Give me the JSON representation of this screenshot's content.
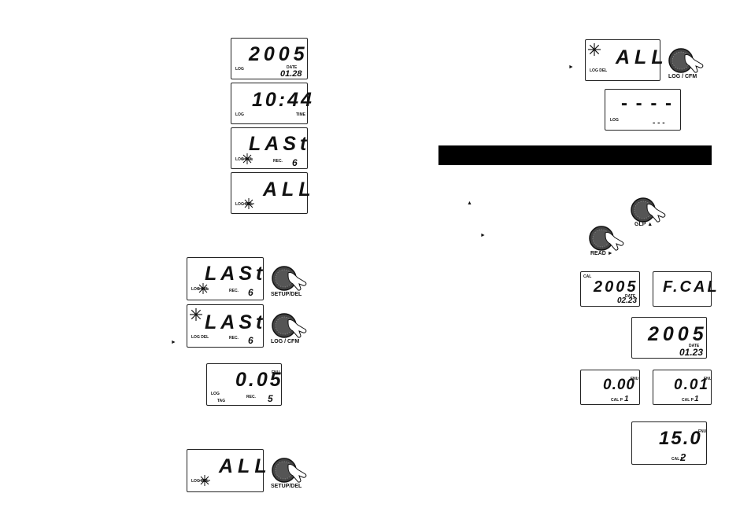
{
  "left": {
    "d1": {
      "main": "2005",
      "label": "LOG",
      "tag": "DATE",
      "sub": "01.28"
    },
    "d2": {
      "main": "10:44",
      "label": "LOG",
      "tag": "TIME"
    },
    "d3": {
      "main": "LASt",
      "label": "LOG DEL",
      "tag": "REC.",
      "sub": "6"
    },
    "d4": {
      "main": "ALL",
      "label": "LOG DEL"
    },
    "d5": {
      "main": "LASt",
      "label": "LOG DEL",
      "tag": "REC.",
      "sub": "6"
    },
    "d6": {
      "main": "LASt",
      "label": "LOG DEL",
      "tag": "REC.",
      "sub": "6"
    },
    "d7": {
      "main": "0.05",
      "unit": "FNU",
      "label": "LOG",
      "label2": "TAG",
      "tag": "REC.",
      "sub": "5"
    },
    "d8": {
      "main": "ALL",
      "label": "LOG DEL"
    },
    "k1": "SETUP/DEL",
    "k2": "LOG / CFM",
    "k3": "SETUP/DEL"
  },
  "right": {
    "d1": {
      "main": "ALL",
      "label": "LOG DEL"
    },
    "k1": "LOG / CFM",
    "d2": {
      "main": "- - - -",
      "label": "LOG",
      "sub": "- - -"
    },
    "k2": "GLP",
    "k3": "READ",
    "d3": {
      "main": "2005",
      "label": "CAL",
      "tag": "DATE",
      "sub": "02.23"
    },
    "d4": {
      "main": "F.CAL"
    },
    "d5": {
      "main": "2005",
      "tag": "DATE",
      "sub": "01.23"
    },
    "d6": {
      "main": "0.00",
      "unit": "FNU",
      "label": "CAL P",
      "sub": "1"
    },
    "d7": {
      "main": "0.01",
      "unit": "FNU",
      "label": "CAL P",
      "sub": "1"
    },
    "d8": {
      "main": "15.0",
      "unit": "FNU",
      "label": "CAL P",
      "sub": "2"
    }
  },
  "arrows": {
    "right": "►",
    "up": "▲"
  }
}
